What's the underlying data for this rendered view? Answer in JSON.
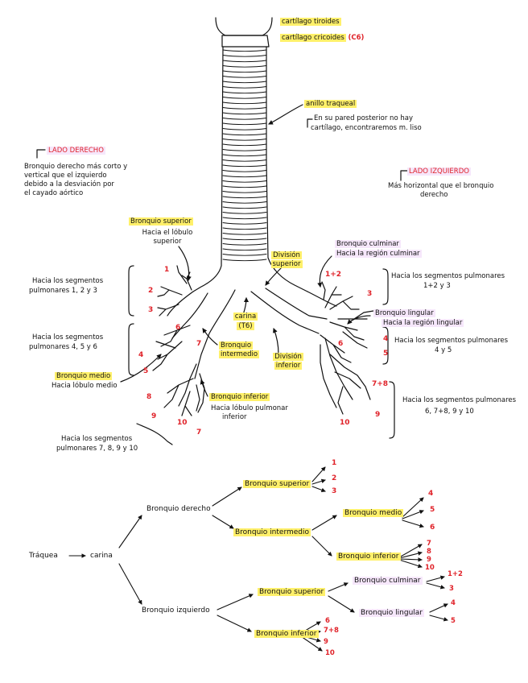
{
  "colors": {
    "highlight_yellow": "#fff06a",
    "highlight_pink": "#f6e7fb",
    "number_red": "#e0232a",
    "ink": "#111111"
  },
  "diagram": {
    "trachea_labels": {
      "cartilago_tiroides": "cartílago tiroides",
      "cartilago_cricoides": "cartílago cricoides",
      "c6": "(C6)",
      "anillo_traqueal": "anillo traqueal",
      "anillo_note_1": "En su pared posterior no hay",
      "anillo_note_2": "cartílago, encontraremos m. liso"
    },
    "lado_derecho": {
      "title": "LADO DERECHO",
      "desc": [
        "Bronquio derecho más corto y",
        "vertical que el izquierdo",
        "debido a la desviación por",
        "el cayado aórtico"
      ]
    },
    "lado_izquierdo": {
      "title": "LADO IZQUIERDO",
      "desc": [
        "Más horizontal que el bronquio",
        "derecho"
      ]
    },
    "right_lung": {
      "bronquio_superior": "Bronquio superior",
      "superior_desc": [
        "Hacia el lóbulo",
        "superior"
      ],
      "segments_upper": [
        "Hacia los segmentos",
        "pulmonares 1, 2 y 3"
      ],
      "segments_middle": [
        "Hacia los segmentos",
        "pulmonares 4, 5 y 6"
      ],
      "bronquio_medio": "Bronquio medio",
      "medio_desc": "Hacia lóbulo medio",
      "bronquio_intermedio": [
        "Bronquio",
        "intermedio"
      ],
      "bronquio_inferior": "Bronquio inferior",
      "inferior_desc": [
        "Hacia lóbulo pulmonar",
        "inferior"
      ],
      "segments_lower": [
        "Hacia los segmentos",
        "pulmonares 7, 8, 9 y 10"
      ],
      "numbers": [
        "1",
        "2",
        "3",
        "6",
        "4",
        "5",
        "7",
        "8",
        "9",
        "10"
      ]
    },
    "center": {
      "carina": "carina",
      "carina_level": "(T6)",
      "division_superior": [
        "División",
        "superior"
      ],
      "division_inferior": [
        "División",
        "inferior"
      ]
    },
    "left_lung": {
      "bronquio_culminar": "Bronquio culminar",
      "culminar_desc": "Hacia la región culminar",
      "segments_upper": [
        "Hacia los segmentos pulmonares",
        "1+2 y 3"
      ],
      "bronquio_lingular": "Bronquio lingular",
      "lingular_desc": "Hacia la región lingular",
      "segments_lingular": [
        "Hacia los segmentos pulmonares",
        "4 y 5"
      ],
      "segments_lower": [
        "Hacia los segmentos pulmonares",
        "6, 7+8, 9 y 10"
      ],
      "numbers": [
        "1+2",
        "3",
        "4",
        "5",
        "6",
        "7+8",
        "9",
        "10"
      ]
    }
  },
  "tree": {
    "traquea": "Tráquea",
    "carina": "carina",
    "bronquio_derecho": "Bronquio derecho",
    "bronquio_izquierdo": "Bronquio izquierdo",
    "der_superior": "Bronquio superior",
    "der_superior_nums": [
      "1",
      "2",
      "3"
    ],
    "der_intermedio": "Bronquio intermedio",
    "der_medio": "Bronquio medio",
    "der_medio_nums": [
      "4",
      "5",
      "6"
    ],
    "der_inferior": "Bronquio inferior",
    "der_inferior_nums": [
      "7",
      "8",
      "9",
      "10"
    ],
    "izq_superior": "Bronquio superior",
    "izq_culminar": "Bronquio culminar",
    "izq_culminar_nums": [
      "1+2",
      "3"
    ],
    "izq_lingular": "Bronquio lingular",
    "izq_lingular_nums": [
      "4",
      "5"
    ],
    "izq_inferior": "Bronquio inferior",
    "izq_inferior_nums": [
      "6",
      "7+8",
      "9",
      "10"
    ]
  }
}
